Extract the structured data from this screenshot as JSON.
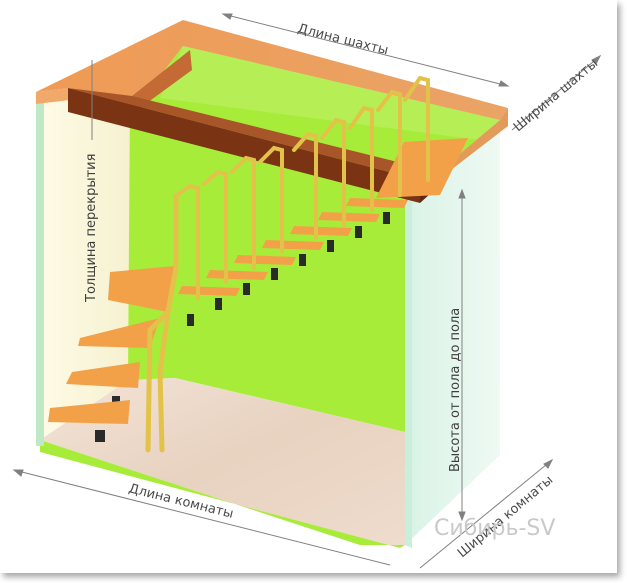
{
  "labels": {
    "shaft_length": "Длина  шахты",
    "shaft_width": "Ширина шахты",
    "floor_thickness": "Толщина перекрытия",
    "floor_height": "Высота от пола до пола",
    "room_length": "Длина комнаты",
    "room_width": "Ширина комнаты"
  },
  "watermark": "Сибирь-SV",
  "colors": {
    "back_wall": "#a8ec3a",
    "floor": "#ead6c6",
    "side_wall": "#e3f5ec",
    "left_wall": "#fbf8dc",
    "ceiling_top": "#e9a060",
    "beam": "#7a3414",
    "tread": "#f2a148",
    "railing": "#e3c24a",
    "dimension_line": "#808080"
  },
  "icons": {
    "stairs": "staircase-illustration"
  }
}
